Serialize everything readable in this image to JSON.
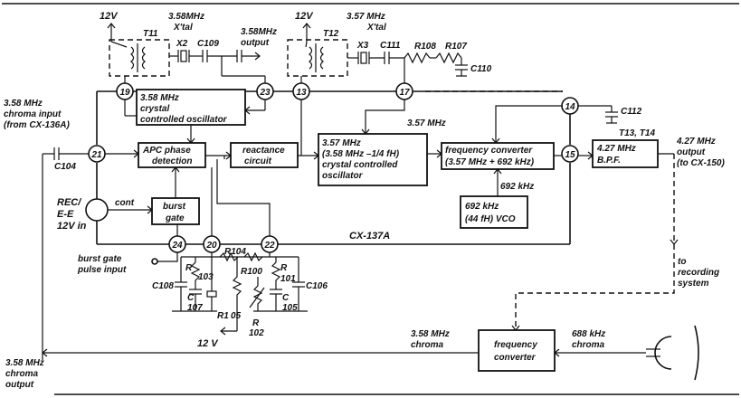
{
  "top_rail": {
    "supply_left": "12V",
    "supply_right": "12V",
    "xtal1_freq": "3.58MHz",
    "xtal1_label": "X'tal",
    "xtal2_freq": "3.57 MHz",
    "xtal2_label": "X'tal",
    "output_freq": "3.58MHz",
    "output_label": "output"
  },
  "components": {
    "T11": "T11",
    "X2": "X2",
    "C109": "C109",
    "T12": "T12",
    "X3": "X3",
    "C111": "C111",
    "R108": "R108",
    "R107": "R107",
    "C110": "C110",
    "C112": "C112",
    "T13T14": "T13, T14",
    "C104": "C104",
    "C108": "C108",
    "R103a": "R",
    "R103b": "103",
    "C107a": "C",
    "C107b": "107",
    "R1": "R1",
    "R104": "R104",
    "R100": "R100",
    "R105a": "05",
    "R101a": "R",
    "R101b": "101",
    "C106": "C106",
    "C105a": "C",
    "C105b": "105",
    "R102a": "R",
    "R102b": "102",
    "bottom_12v": "12 V"
  },
  "pins": [
    "19",
    "23",
    "13",
    "17",
    "14",
    "21",
    "15",
    "24",
    "20",
    "22"
  ],
  "blocks": {
    "xco_358": [
      "3.58 MHz",
      "crystal",
      "controlled oscillator"
    ],
    "apc": [
      "APC phase",
      "detection"
    ],
    "reactance": [
      "reactance",
      "circuit"
    ],
    "xco_357": [
      "3.57 MHz",
      "(3.58 MHz –1/4 fH)",
      "crystal controlled",
      "oscillator"
    ],
    "freq_conv": [
      "frequency converter",
      "(3.57 MHz + 692 kHz)"
    ],
    "bpf": [
      "4.27 MHz",
      "B.P.F."
    ],
    "vco": [
      "692 kHz",
      "(44 fH) VCO"
    ],
    "burst_gate": [
      "burst",
      "gate"
    ],
    "freq_conv_bottom": [
      "frequency",
      "converter"
    ]
  },
  "labels": {
    "chroma_in": [
      "3.58 MHz",
      "chroma input",
      "(from CX-136A)"
    ],
    "signal_357": "3.57 MHz",
    "signal_692": "692 kHz",
    "output_427": [
      "4.27 MHz",
      "output",
      "(to CX-150)"
    ],
    "rec_ee": [
      "REC/",
      "E-E",
      "12V in"
    ],
    "cont": "cont",
    "ic_name": "CX-137A",
    "burst_pulse": [
      "burst gate",
      "pulse input"
    ],
    "to_recording": [
      "to",
      "recording",
      "system"
    ],
    "chroma_358": [
      "3.58 MHz",
      "chroma"
    ],
    "chroma_688": [
      "688 kHz",
      "chroma"
    ],
    "chroma_out": [
      "3.58 MHz",
      "chroma",
      "output"
    ]
  }
}
